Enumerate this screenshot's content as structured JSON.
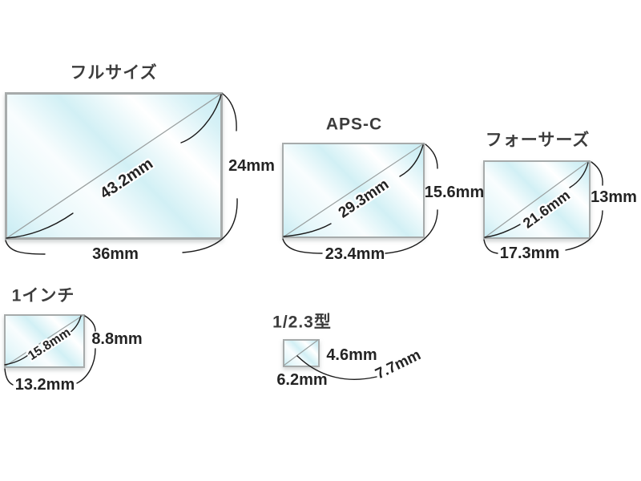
{
  "sensors": [
    {
      "name": "フルサイズ",
      "width": "36mm",
      "height": "24mm",
      "diagonal": "43.2mm"
    },
    {
      "name": "APS-C",
      "width": "23.4mm",
      "height": "15.6mm",
      "diagonal": "29.3mm"
    },
    {
      "name": "フォーサーズ",
      "width": "17.3mm",
      "height": "13mm",
      "diagonal": "21.6mm"
    },
    {
      "name": "1インチ",
      "width": "13.2mm",
      "height": "8.8mm",
      "diagonal": "15.8mm"
    },
    {
      "name": "1/2.3型",
      "width": "6.2mm",
      "height": "4.6mm",
      "diagonal": "7.7mm"
    }
  ],
  "colors": {
    "sensor_fill_cyan": "#c9ecf3",
    "sensor_border_gray": "#a7abab",
    "diagonal_line_gray": "#9aa0a0",
    "annotation_stroke": "#1a1a1a",
    "text_dark": "#242424"
  }
}
